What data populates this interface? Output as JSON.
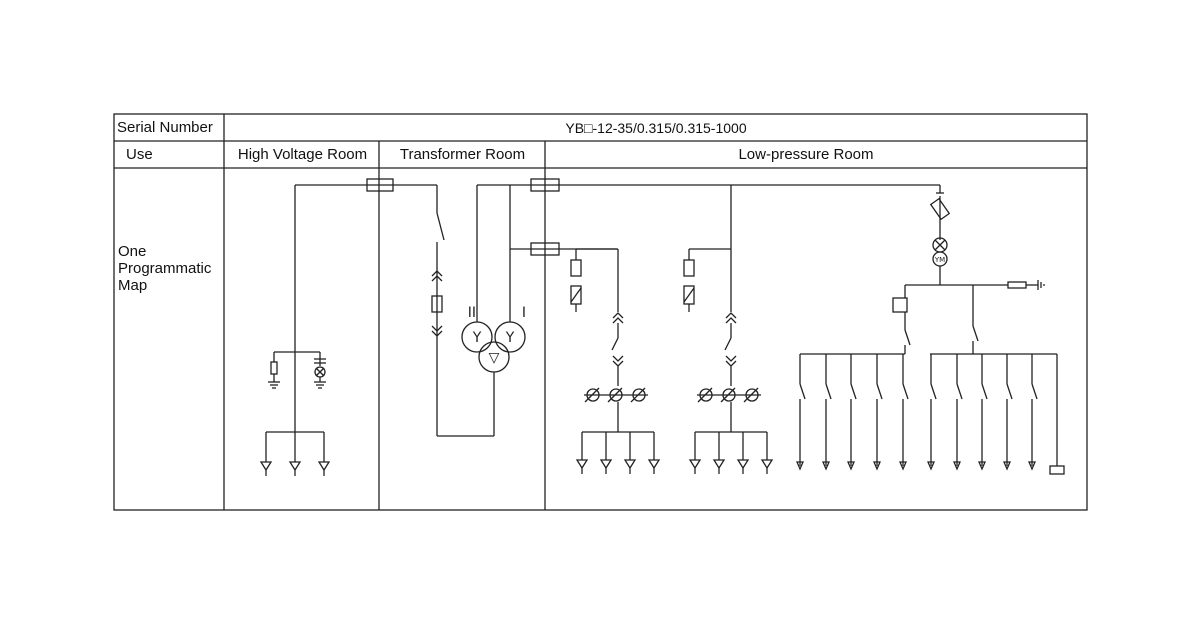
{
  "table": {
    "serial_label": "Serial Number",
    "serial_value": "YB□-12-35/0.315/0.315-1000",
    "use_label": "Use",
    "rooms": [
      "High Voltage Room",
      "Transformer Room",
      "Low-pressure Room"
    ],
    "map_label_lines": [
      "One",
      "Programmatic",
      "Map"
    ]
  },
  "transformer": {
    "winding_labels": [
      "II",
      "I"
    ],
    "coil_symbols": [
      "Y",
      "Y",
      "▽"
    ]
  },
  "meter_label": "YM"
}
